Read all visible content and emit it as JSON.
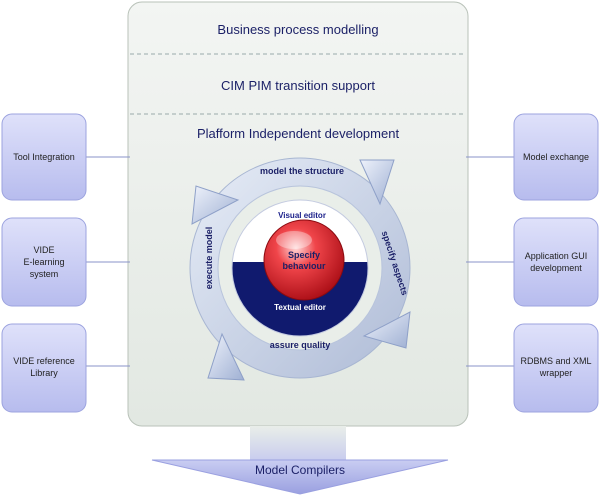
{
  "bands": [
    "Business process modelling",
    "CIM PIM transition support",
    "Plafform Independent development"
  ],
  "cycle": {
    "top": "model the structure",
    "right": "specify aspects",
    "bottom": "assure quality",
    "left": "execute model"
  },
  "core": {
    "upper_label": "Visual editor",
    "center_label_line1": "Specify",
    "center_label_line2": "behaviour",
    "lower_label": "Textual editor"
  },
  "left_boxes": [
    {
      "lines": [
        "Tool Integration"
      ]
    },
    {
      "lines": [
        "VIDE",
        "E-learning",
        "system"
      ]
    },
    {
      "lines": [
        "VIDE reference",
        "Library"
      ]
    }
  ],
  "right_boxes": [
    {
      "lines": [
        "Model exchange"
      ]
    },
    {
      "lines": [
        "Application GUI",
        "development"
      ]
    },
    {
      "lines": [
        "RDBMS and XML",
        "wrapper"
      ]
    }
  ],
  "output": {
    "label": "Model Compilers"
  },
  "colors": {
    "panel": "#e9eee9",
    "side_box": "#c7cbf2",
    "navy": "#101a6e",
    "red": "#d11f2a",
    "ring": "#c9d3e6",
    "text": "#1a1f66"
  }
}
